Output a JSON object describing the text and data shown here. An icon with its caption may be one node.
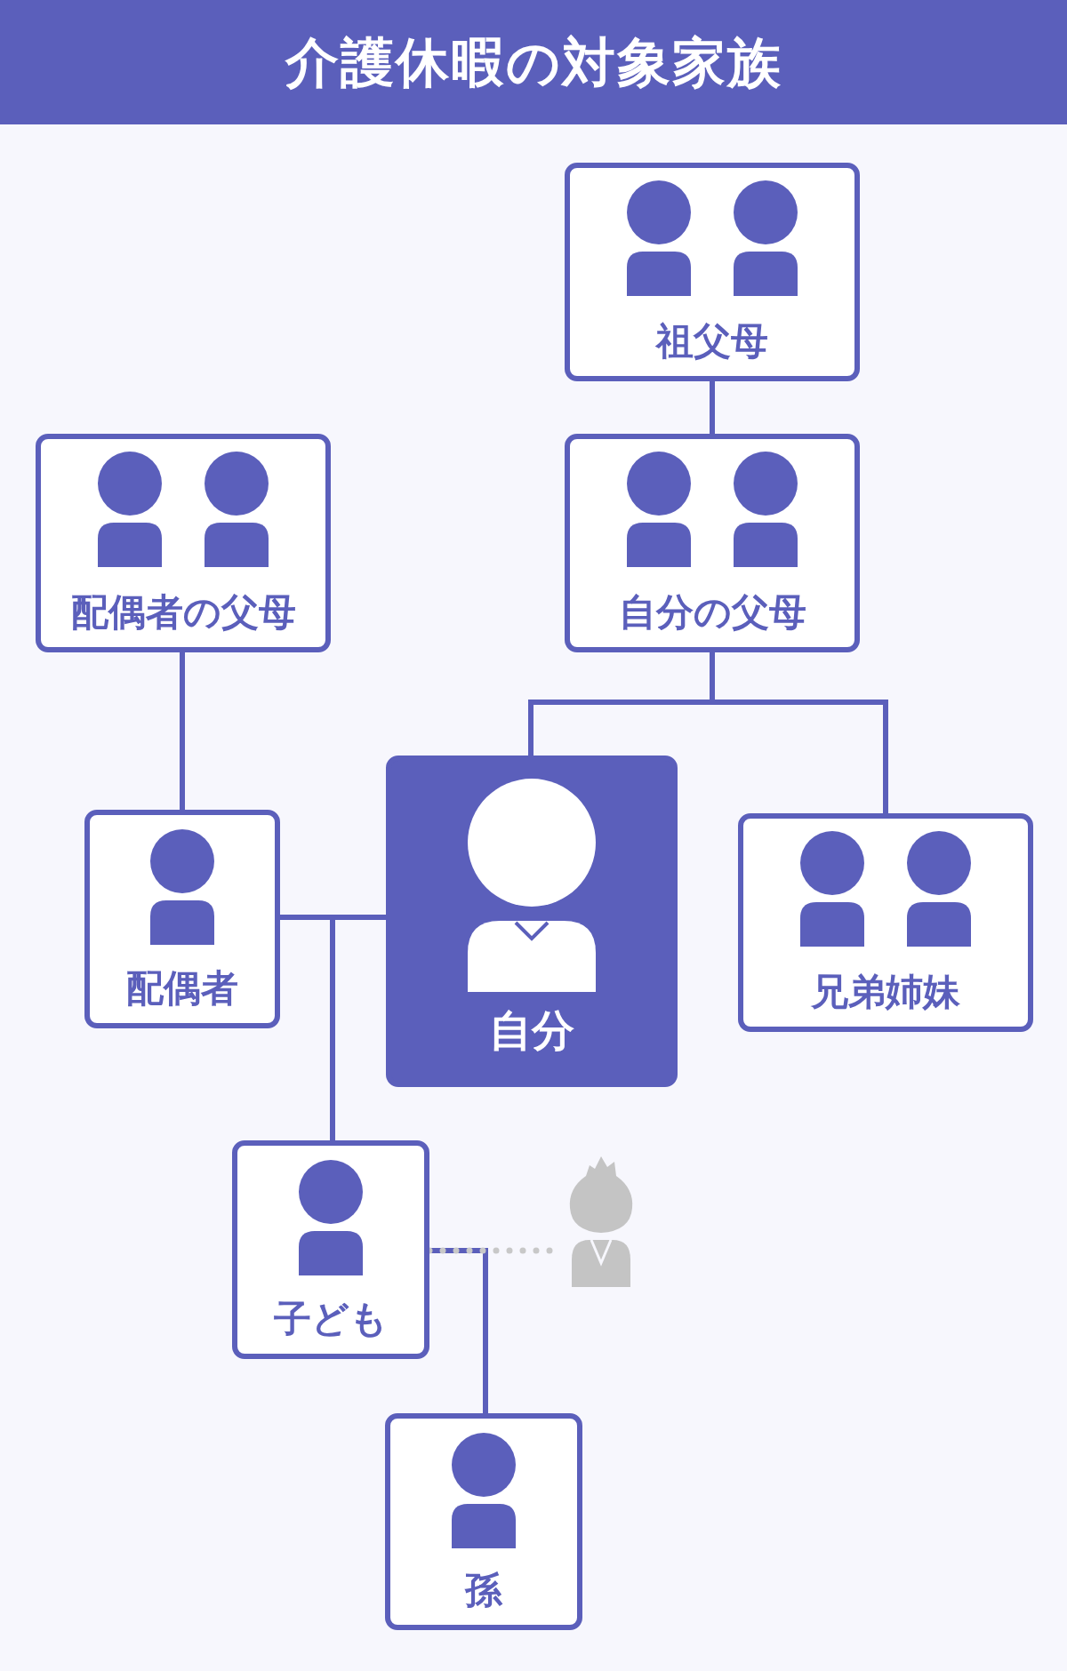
{
  "diagram": {
    "title": "介護休暇の対象家族",
    "nodes": [
      {
        "text": [
          "祖父母"
        ]
      },
      {
        "text": [
          "配偶者の父母"
        ]
      },
      {
        "text": [
          "自分の父母"
        ]
      },
      {
        "text": [
          "配偶者"
        ]
      },
      {
        "text": [
          "自分"
        ]
      },
      {
        "text": [
          "兄弟姉妹"
        ]
      },
      {
        "text": [
          "子ども"
        ]
      },
      {
        "text": [
          "孫"
        ]
      },
      {
        "text": [],
        "shape": "person"
      }
    ],
    "edges": [
      {
        "from": 0,
        "to": 2,
        "arrow": "none"
      },
      {
        "from": 1,
        "to": 3,
        "arrow": "none"
      },
      {
        "from": 2,
        "to": 4,
        "arrow": "none"
      },
      {
        "from": 2,
        "to": 5,
        "arrow": "none"
      },
      {
        "from": 3,
        "to": 4,
        "arrow": "none"
      },
      {
        "from": 3,
        "to": 6,
        "arrow": "none"
      },
      {
        "from": 4,
        "to": 6,
        "arrow": "none"
      },
      {
        "from": 6,
        "to": 7,
        "arrow": "none"
      },
      {
        "from": 6,
        "to": 8,
        "arrow": "none",
        "style": "dashed",
        "color": "#c8c8c8"
      }
    ]
  }
}
